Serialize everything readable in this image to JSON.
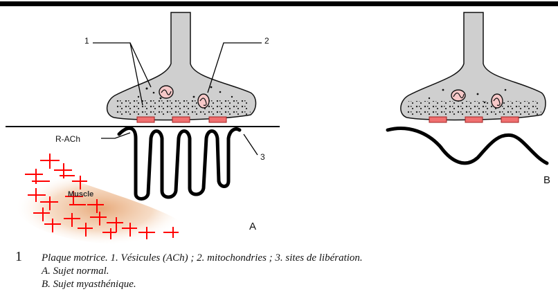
{
  "labels": {
    "callout_1": "1",
    "callout_2": "2",
    "callout_3": "3",
    "receptor": "R-ACh",
    "muscle": "Muscle",
    "panel_a": "A",
    "panel_b": "B"
  },
  "caption": {
    "number": "1",
    "line1": "Plaque motrice. 1. Vésicules (ACh) ; 2. mitochondries ; 3. sites de libération.",
    "line2": "A. Sujet normal.",
    "line3": "B. Sujet myasthénique."
  },
  "colors": {
    "terminal_fill": "#cfcfcf",
    "release_sites": "#f07070",
    "receptors_cross": "#ff0000",
    "muscle_glow": "#e9a678"
  }
}
